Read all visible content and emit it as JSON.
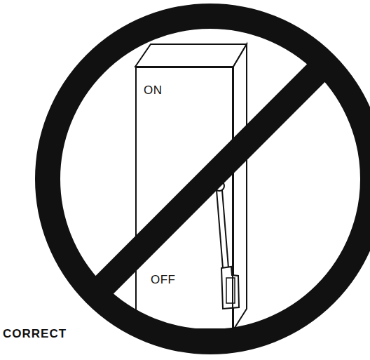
{
  "diagram": {
    "nodes": [
      {
        "text": [
          "ON",
          "OFF"
        ]
      }
    ],
    "labels": [
      "CORRECT"
    ]
  }
}
